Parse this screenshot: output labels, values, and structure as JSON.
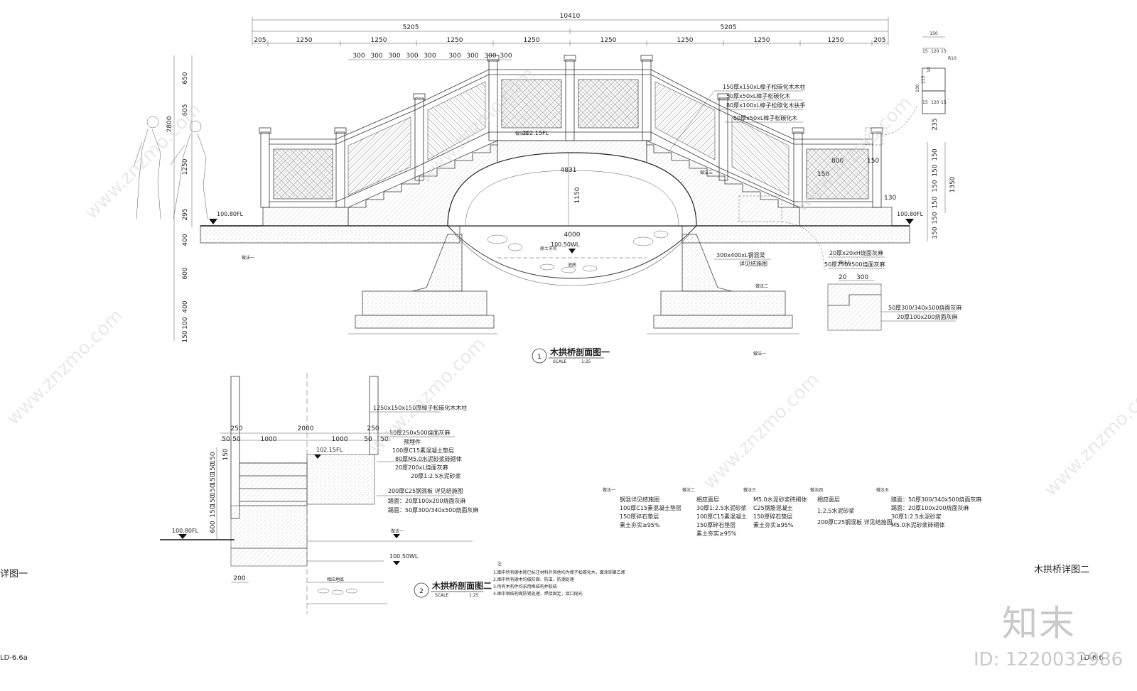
{
  "dims": {
    "total": "10410",
    "half_left": "5205",
    "half_right": "5205",
    "seg": [
      "205",
      "1250",
      "1250",
      "1250",
      "1250",
      "1250",
      "1250",
      "1250",
      "1250",
      "205"
    ],
    "stairs": [
      "300",
      "300",
      "300",
      "300",
      "300",
      "300",
      "300",
      "300",
      "300"
    ],
    "arch_span": "4000",
    "arch_rise": "1150",
    "radius": "4831",
    "left_vert": [
      "650",
      "605",
      "2800",
      "1250",
      "295",
      "400",
      "600",
      "400",
      "100",
      "150"
    ],
    "right_vert": [
      "235",
      "150",
      "150",
      "150",
      "1350",
      "150",
      "150",
      "150"
    ],
    "top_right": [
      "150",
      "15",
      "120",
      "15",
      "R10",
      "100",
      "115",
      "10",
      "15",
      "120",
      "15"
    ],
    "rail_detail": [
      "800",
      "150",
      "150",
      "130"
    ],
    "step_detail": [
      "20",
      "300"
    ],
    "s2_top": [
      "250",
      "2000",
      "50",
      "50",
      "1000",
      "1000",
      "250",
      "50",
      "50"
    ],
    "s2_vert": [
      "150",
      "150",
      "150",
      "150",
      "150",
      "150",
      "150",
      "600"
    ],
    "s2_bottom": "200"
  },
  "levels": {
    "left_fl": "100.80FL",
    "right_fl": "100.80FL",
    "wl": "100.50WL",
    "s2_fl": "100.80FL",
    "s2_top_fl": "102.15FL",
    "s2_wl": "100.50WL",
    "bridge_top": "102.15FL"
  },
  "labels": {
    "top_callouts": [
      "150厚x150xL樟子松碳化木木柱",
      "50厚x50xL樟子松碳化木",
      "80厚x100xL樟子松碳化木扶手",
      "50厚x50xL樟子松碳化木"
    ],
    "mid_callouts": [
      "300x400xL钢混梁",
      "详见结施图",
      "20厚x20xH烧面灰麻",
      "50厚250x500烧面灰麻"
    ],
    "stair_callouts": [
      "50厚300/340x500烧面灰麻",
      "20厚100x200烧面灰麻"
    ],
    "s2_callouts": [
      "1250x150x150厚樟子松碳化木木柱",
      "50厚250x500烧面灰麻",
      "预埋件",
      "100厚C15素混凝土垫层",
      "80厚M5.0水泥砂浆砖砌体",
      "20厚200xL烧面灰麻",
      "20厚1:2.5水泥砂浆",
      "200厚C25钢混板 详见结施图",
      "踏面：20厚100x200烧面灰麻",
      "踢面：50厚300/340x500烧面灰麻"
    ],
    "small_tags": [
      "做法四",
      "做法一",
      "做法三",
      "做法一",
      "做法二",
      "做法五",
      "池底",
      "原土夯实"
    ],
    "s2_small_tags": [
      "做法一",
      "相应地底"
    ]
  },
  "titles": {
    "s1_num": "1",
    "s1_title": "木拱桥剖面图一",
    "s1_scale_label": "SCALE",
    "s1_scale": "1:25",
    "s2_num": "2",
    "s2_title": "木拱桥剖面图二",
    "s2_scale_label": "SCALE",
    "s2_scale": "1:25",
    "left_page_title": "详图一",
    "right_page_title": "木拱桥详图二",
    "sheet_code": "LD-6.6a",
    "sheet_code_right": "LD-6.6"
  },
  "methods": [
    {
      "name": "做法一",
      "lines": [
        "钢混详见结施图",
        "100厚C15素混凝土垫层",
        "150厚碎石垫层",
        "素土夯实≥95%"
      ]
    },
    {
      "name": "做法二",
      "lines": [
        "相应面层",
        "30厚1:2.5水泥砂浆",
        "100厚C15素混凝土",
        "150厚碎石垫层",
        "素土夯实≥95%"
      ]
    },
    {
      "name": "做法三",
      "lines": [
        "M5.0水泥砂浆砖砌体",
        "C25钢筋混凝土",
        "150厚碎石垫层",
        "素土夯实≥95%"
      ]
    },
    {
      "name": "做法四",
      "lines": [
        "相应面层",
        "1:2.5水泥砂浆",
        "200厚C25钢混板 详见结施图"
      ]
    },
    {
      "name": "做法五",
      "lines": [
        "踏面：50厚300/340x500烧面灰麻",
        "踢面：20厚100x200烧面灰麻",
        "30厚1:2.5水泥砂浆",
        "M5.0水泥砂浆砖砌体"
      ]
    }
  ],
  "notes": {
    "heading": "注",
    "items": [
      "1.图中所有硬木除已标注材料外其他均为樟子松碳化木，面涂饰聚乙烯",
      "2.图中所有硬木均做防腐、防虫、防潮处理",
      "3.所有木构件均采用榫结构并胶结",
      "4.图中钢结构做防锈处理，焊接固定，接口抛光"
    ]
  },
  "watermark": {
    "text": "www.znzmo.com",
    "brand_cn": "知末",
    "id_text": "ID: 1220032986"
  }
}
